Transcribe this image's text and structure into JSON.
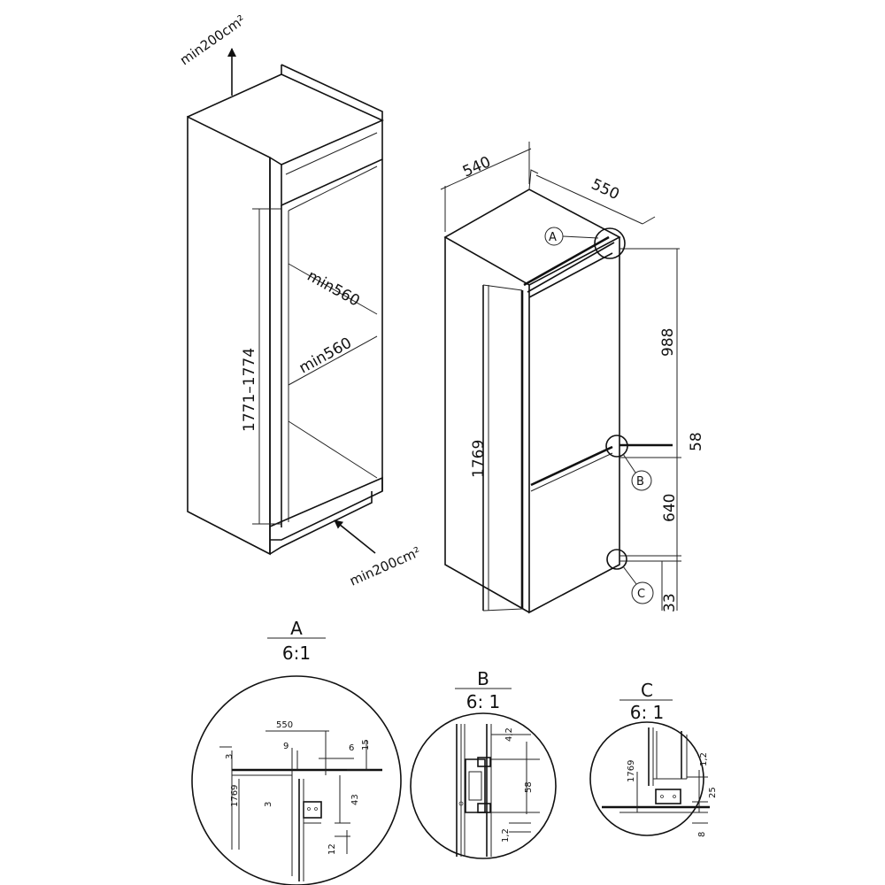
{
  "cabinet": {
    "vent_top": "min200cm²",
    "vent_bottom": "min200cm²",
    "niche_height": "1771–1774",
    "depth_upper": "min560",
    "depth_lower": "min560"
  },
  "appliance": {
    "width": "540",
    "depth": "550",
    "height": "1769",
    "dim_988": "988",
    "dim_58": "58",
    "dim_640": "640",
    "dim_33": "33",
    "marker_a": "A",
    "marker_b": "B",
    "marker_c": "C"
  },
  "detail_a": {
    "letter": "A",
    "scale": "6:1",
    "dim_550": "550",
    "dim_9": "9",
    "dim_6": "6",
    "dim_15": "15",
    "dim_3_top": "3",
    "dim_1769": "1769",
    "dim_3_bottom": "3",
    "dim_43": "43",
    "dim_12": "12"
  },
  "detail_b": {
    "letter": "B",
    "scale": "6: 1",
    "dim_42": "4,2",
    "dim_58": "58",
    "dim_12": "1,2"
  },
  "detail_c": {
    "letter": "C",
    "scale": "6: 1",
    "dim_12": "1,2",
    "dim_1769": "1769",
    "dim_25": "25",
    "dim_8": "8"
  }
}
